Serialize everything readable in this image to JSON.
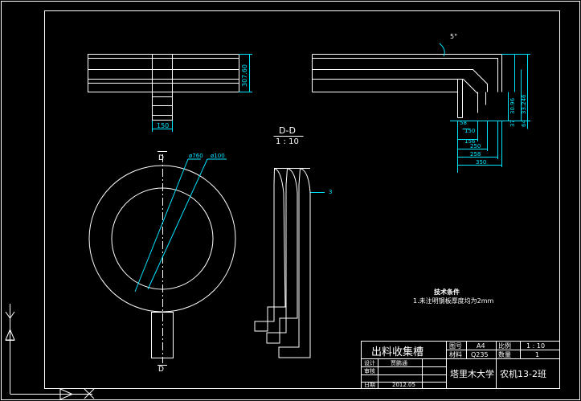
{
  "colors": {
    "background": "#000000",
    "line": "#ffffff",
    "dimension": "#00e5ff",
    "ucs": "#ffffff"
  },
  "views": {
    "top_left": {
      "dim_height": "307.60",
      "dim_width": "150"
    },
    "top_right": {
      "angle": "5°",
      "dims_vertical": [
        "30.96",
        "33.246",
        "37",
        "64"
      ],
      "dims_horizontal": [
        "58",
        "150",
        "156",
        "250",
        "258",
        "350"
      ]
    },
    "section": {
      "title": "D-D",
      "scale": "1 : 10",
      "thickness": "3"
    },
    "circle": {
      "diameter_outer": "ø760",
      "diameter_inner": "ø100",
      "section_mark_top": "D",
      "section_mark_bottom": "D"
    }
  },
  "notes": {
    "title": "技术条件",
    "line1": "1.未注明钢板厚度均为2mm"
  },
  "title_block": {
    "part_name": "出料收集槽",
    "label_drawing_no": "图号",
    "value_drawing_no": "A4",
    "label_scale": "比例",
    "value_scale": "1 : 10",
    "label_material": "材料",
    "value_material": "Q235",
    "label_quantity": "数量",
    "value_quantity": "1",
    "label_design": "设计",
    "value_design": "贾鹏通",
    "label_review": "审核",
    "label_date": "日期",
    "value_date": "2012.05",
    "school": "塔里木大学",
    "class": "农机13-2班"
  }
}
